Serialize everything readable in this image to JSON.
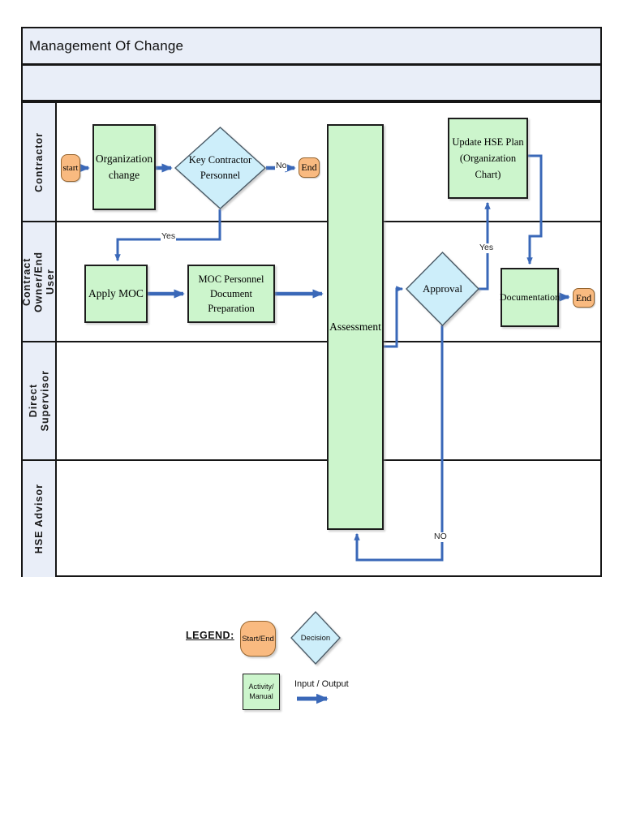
{
  "title": "Management Of Change",
  "lanes": [
    "Contractor",
    "Contract\nOwner/End\nUser",
    "Direct\nSupervisor",
    "HSE  Advisor"
  ],
  "nodes": {
    "start": "start",
    "organization_change": "Organization\nchange",
    "key_contractor_personnel": "Key Contractor\nPersonnel",
    "end_contractor": "End",
    "apply_moc": "Apply MOC",
    "moc_personnel": "MOC Personnel\nDocument Preparation",
    "assessment": "Assessment",
    "approval": "Approval",
    "update_hse_plan": "Update HSE Plan\n(Organization Chart)",
    "documentation": "Documentation",
    "end_final": "End"
  },
  "edge_labels": {
    "no_key_contractor": "No",
    "yes_key_contractor": "Yes",
    "yes_approval": "Yes",
    "no_approval": "NO"
  },
  "legend": {
    "heading": "LEGEND:",
    "start_end": "Start/End",
    "decision": "Decision",
    "activity_manual": "Activity/\nManual",
    "input_output": "Input / Output"
  },
  "colors": {
    "header_bg": "#e9eef8",
    "activity_fill": "#ccf5cc",
    "decision_fill": "#cdeefa",
    "terminator_fill": "#f9ba80",
    "arrow_blue": "#3a68b8"
  }
}
